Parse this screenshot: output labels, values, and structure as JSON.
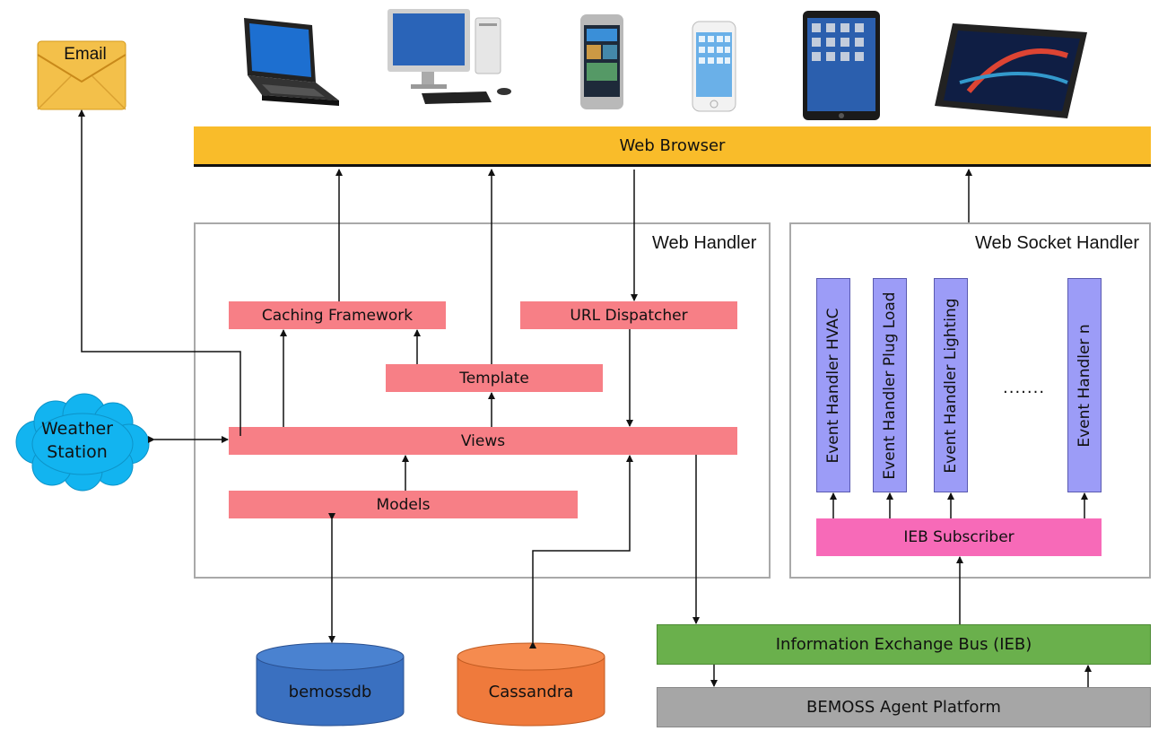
{
  "email": {
    "label": "Email"
  },
  "weather": {
    "label_line1": "Weather",
    "label_line2": "Station"
  },
  "web_browser": {
    "label": "Web Browser"
  },
  "web_handler": {
    "title": "Web Handler",
    "caching": "Caching Framework",
    "url_dispatcher": "URL Dispatcher",
    "template": "Template",
    "views": "Views",
    "models": "Models"
  },
  "socket_handler": {
    "title": "Web Socket Handler",
    "handlers": [
      "Event Handler HVAC",
      "Event Handler Plug Load",
      "Event Handler Lighting",
      "Event Handler n"
    ],
    "ellipsis": ".......",
    "subscriber": "IEB Subscriber"
  },
  "ieb": {
    "label": "Information Exchange Bus (IEB)"
  },
  "agent_platform": {
    "label": "BEMOSS Agent Platform"
  },
  "databases": {
    "bemossdb": "bemossdb",
    "cassandra": "Cassandra"
  },
  "colors": {
    "browser_bar": "#f9bc2a",
    "pink_box": "#f77f86",
    "event_handler": "#9c9cf7",
    "subscriber": "#f76ab8",
    "ieb_bar": "#6ab04c",
    "agent_bar": "#a6a6a6",
    "bemossdb": "#3a70c0",
    "cassandra": "#ef7a3c",
    "cloud": "#12b4f0"
  },
  "devices": [
    "laptop-icon",
    "desktop-icon",
    "smartphone-icon",
    "smartphone-icon",
    "tablet-icon",
    "tablet-icon"
  ]
}
